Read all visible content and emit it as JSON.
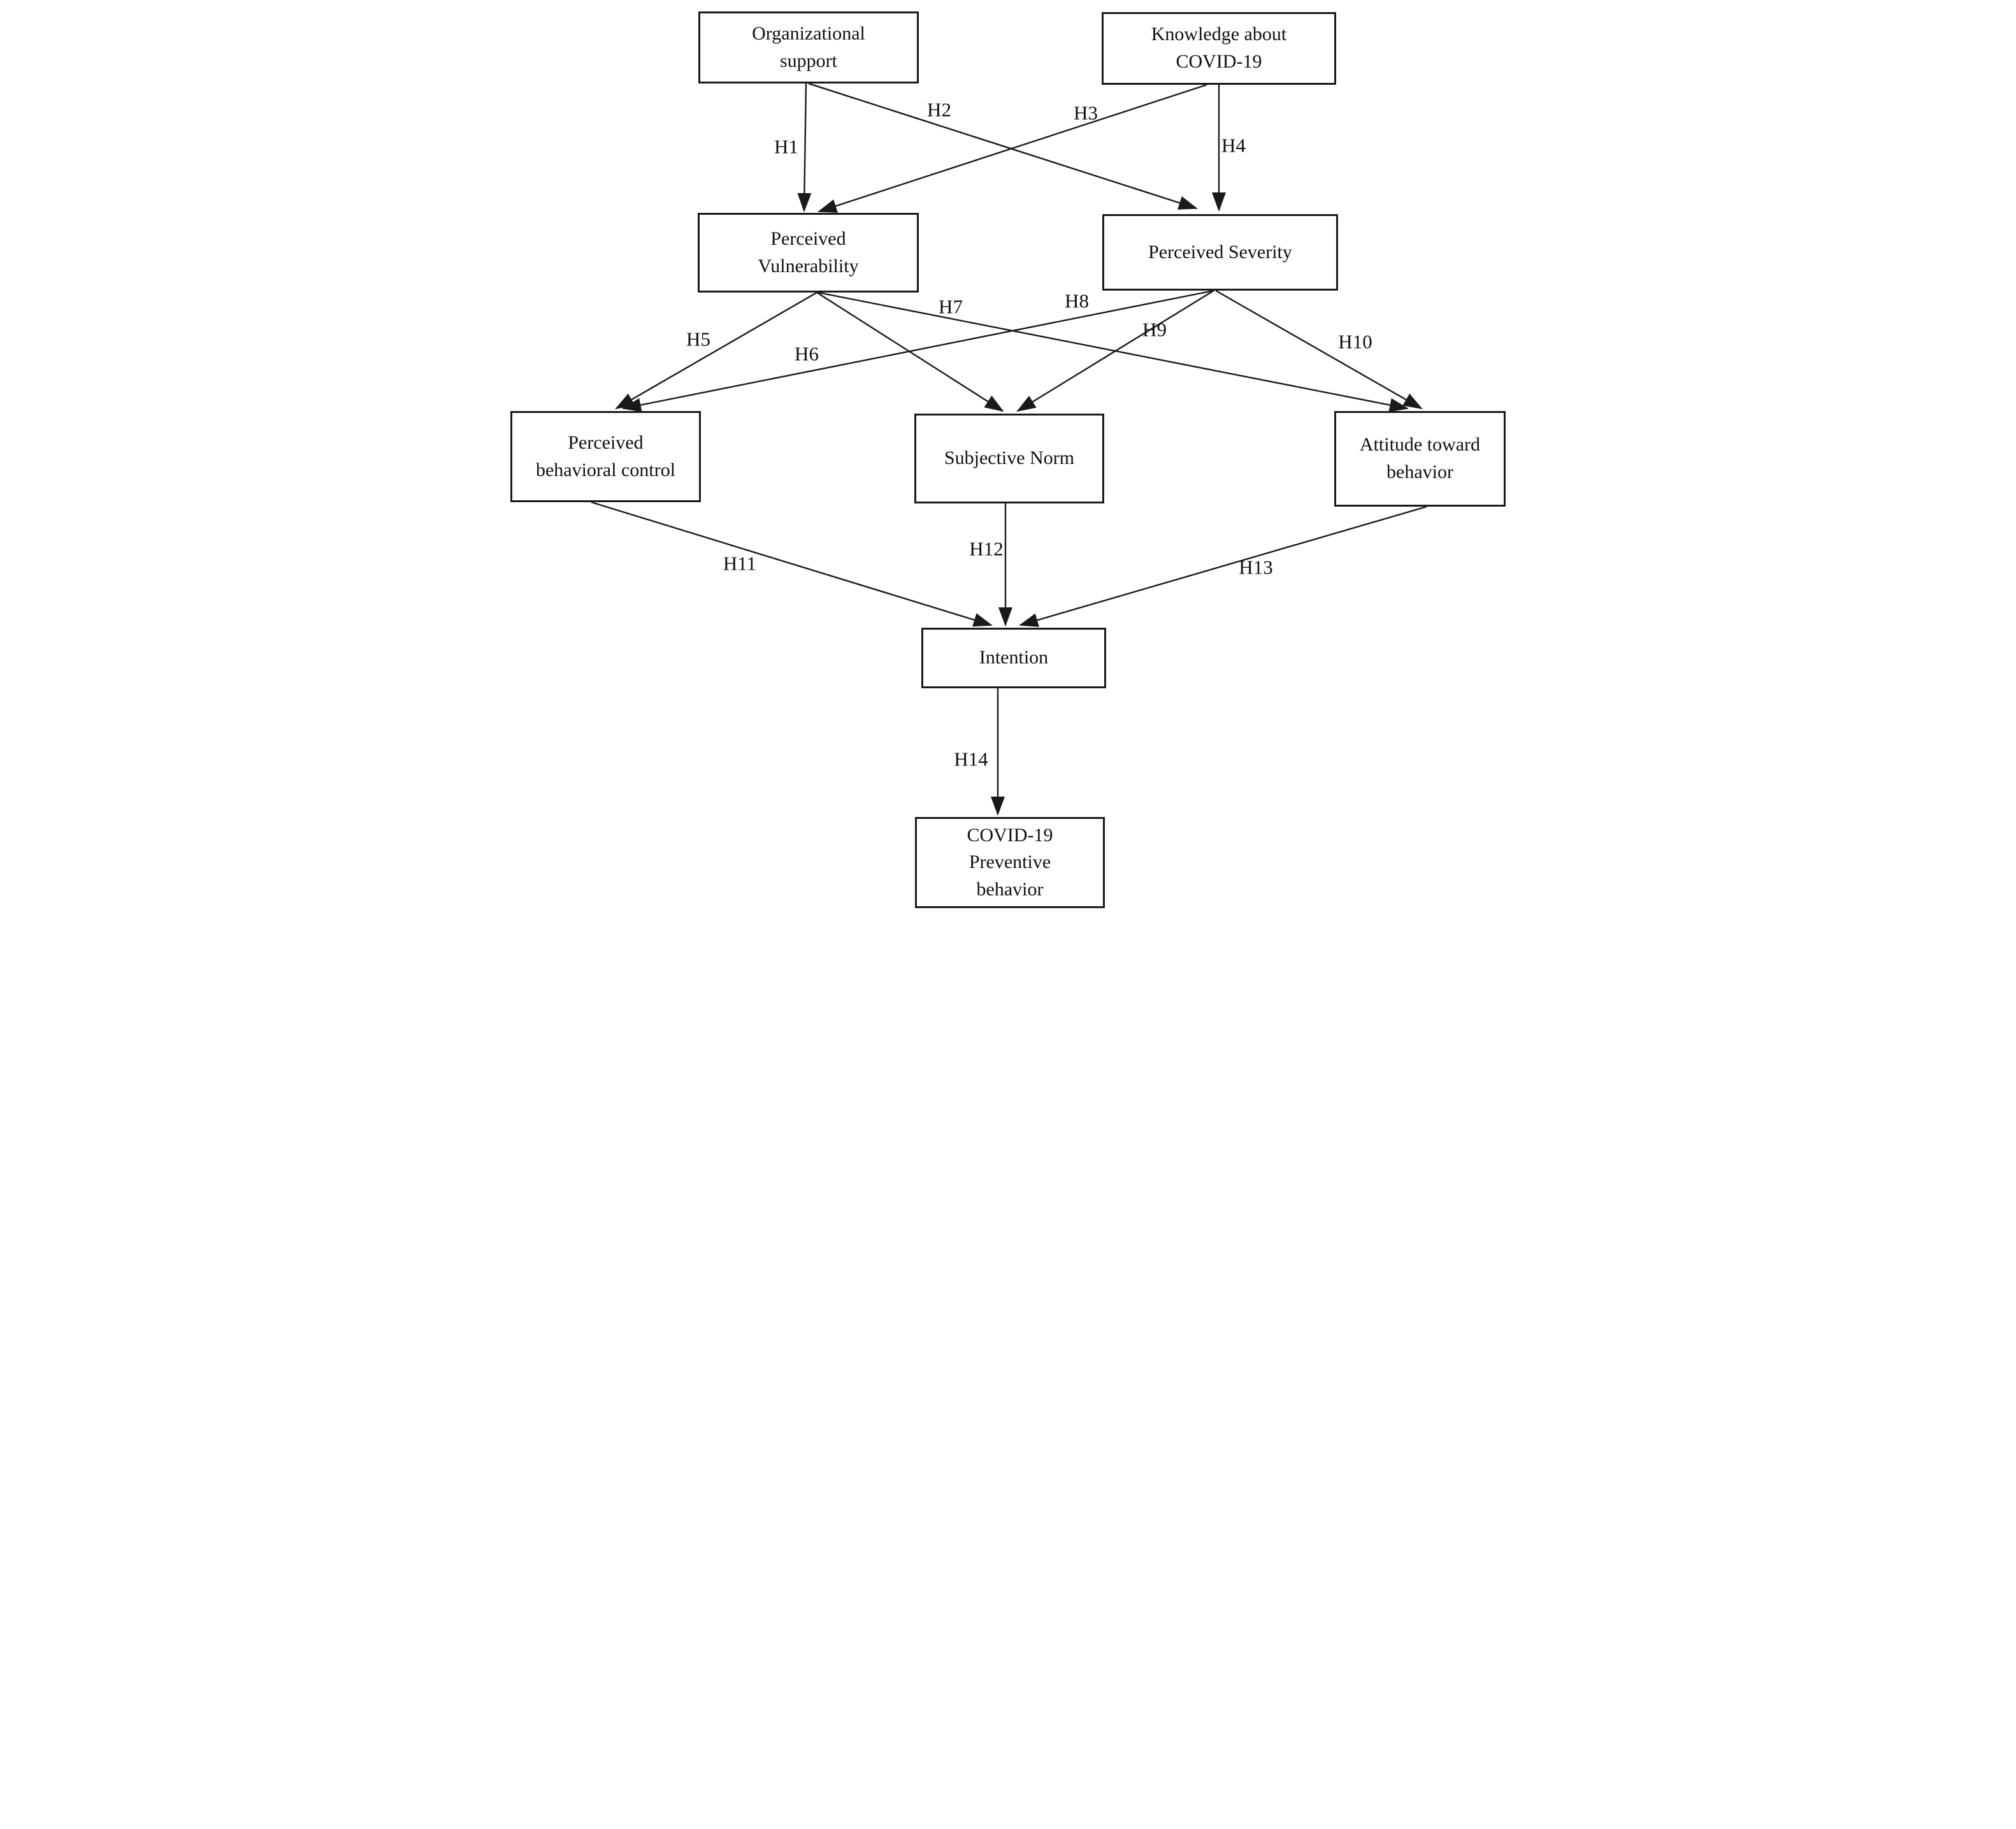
{
  "figure": {
    "type": "path-diagram",
    "background_color": "#ffffff",
    "ink_color": "#1a1a1a",
    "nodes": {
      "os": {
        "label": "Organizational\nsupport"
      },
      "knowledge": {
        "label": "Knowledge about\nCOVID-19"
      },
      "pv": {
        "label": "Perceived\nVulnerability"
      },
      "ps": {
        "label": "Perceived Severity"
      },
      "pbc": {
        "label": "Perceived\nbehavioral control"
      },
      "sn": {
        "label": "Subjective Norm"
      },
      "att": {
        "label": "Attitude toward\nbehavior"
      },
      "intention": {
        "label": "Intention"
      },
      "cpb": {
        "label": "COVID-19\nPreventive\nbehavior"
      }
    },
    "hypotheses": {
      "H1": {
        "label": "H1",
        "from": "Organizational support",
        "to": "Perceived Vulnerability"
      },
      "H2": {
        "label": "H2",
        "from": "Organizational support",
        "to": "Perceived Severity"
      },
      "H3": {
        "label": "H3",
        "from": "Knowledge about COVID-19",
        "to": "Perceived Vulnerability"
      },
      "H4": {
        "label": "H4",
        "from": "Knowledge about COVID-19",
        "to": "Perceived Severity"
      },
      "H5": {
        "label": "H5",
        "from": "Perceived Vulnerability",
        "to": "Perceived behavioral control"
      },
      "H6": {
        "label": "H6",
        "from": "Perceived Vulnerability",
        "to": "Subjective Norm"
      },
      "H7": {
        "label": "H7",
        "from": "Perceived Vulnerability",
        "to": "Attitude toward behavior"
      },
      "H8": {
        "label": "H8",
        "from": "Perceived Severity",
        "to": "Perceived behavioral control"
      },
      "H9": {
        "label": "H9",
        "from": "Perceived Severity",
        "to": "Subjective Norm"
      },
      "H10": {
        "label": "H10",
        "from": "Perceived Severity",
        "to": "Attitude toward behavior"
      },
      "H11": {
        "label": "H11",
        "from": "Perceived behavioral control",
        "to": "Intention"
      },
      "H12": {
        "label": "H12",
        "from": "Subjective Norm",
        "to": "Intention"
      },
      "H13": {
        "label": "H13",
        "from": "Attitude toward behavior",
        "to": "Intention"
      },
      "H14": {
        "label": "H14",
        "from": "Intention",
        "to": "COVID-19 Preventive behavior"
      }
    }
  }
}
